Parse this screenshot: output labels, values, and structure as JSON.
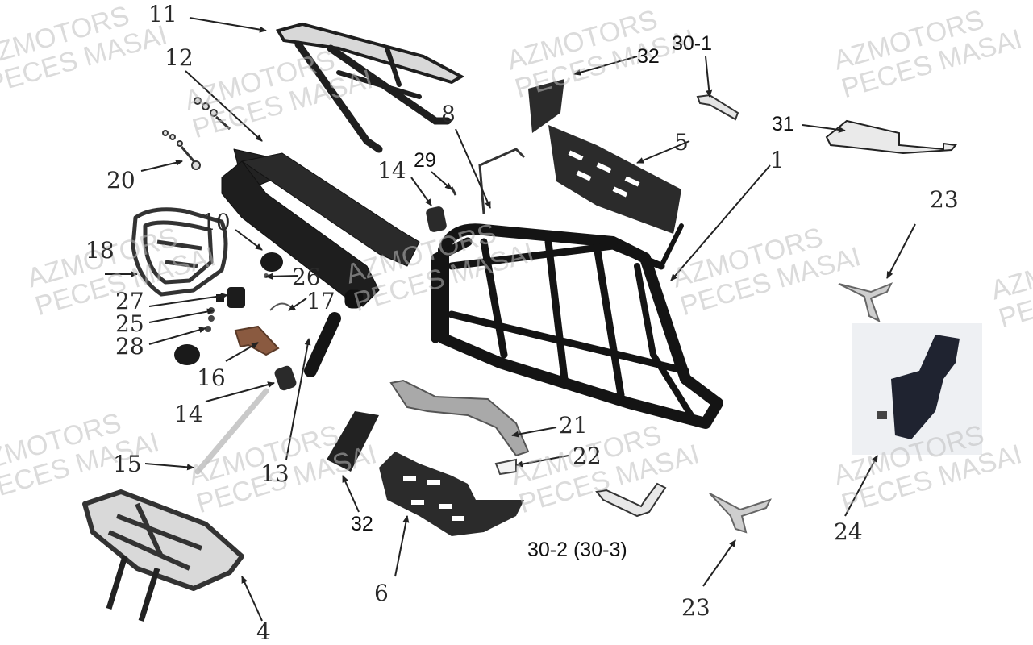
{
  "watermark": {
    "line1": "AZMOTORS",
    "line2": "PECES MASAI"
  },
  "labels": {
    "l1": "1",
    "l4": "4",
    "l5": "5",
    "l6": "6",
    "l8": "8",
    "l10": "10",
    "l11": "11",
    "l12": "12",
    "l13": "13",
    "l14a": "14",
    "l14b": "14",
    "l15": "15",
    "l16": "16",
    "l17": "17",
    "l18": "18",
    "l20": "20",
    "l21": "21",
    "l22": "22",
    "l23a": "23",
    "l23b": "23",
    "l24": "24",
    "l25": "25",
    "l26": "26",
    "l27": "27",
    "l28": "28",
    "l29": "29",
    "l30_1": "30-1",
    "l30_2": "30-2 (30-3)",
    "l31": "31",
    "l32a": "32",
    "l32b": "32"
  },
  "colors": {
    "part": "#1b1b1b",
    "line": "#222222",
    "label": "#2a2a2a",
    "watermark": "#bebebe"
  }
}
